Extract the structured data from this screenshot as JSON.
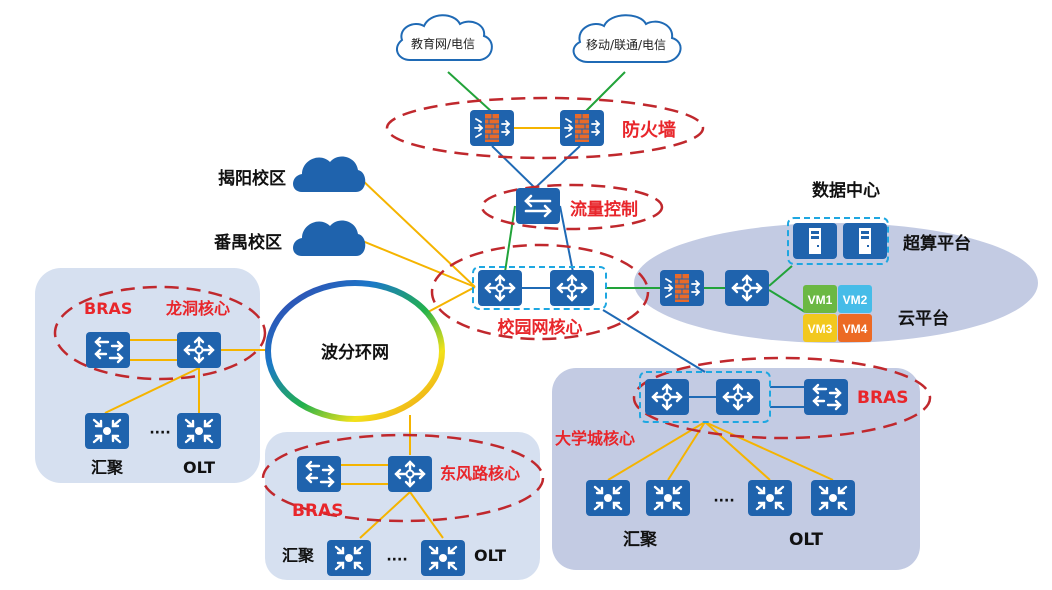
{
  "title": "校园网络拓扑结构",
  "colors": {
    "device_blue": "#1f63ad",
    "link_yellow": "#f5b400",
    "link_green": "#22a33a",
    "link_blue": "#1f6ab5",
    "group_dash_red": "#c0282d",
    "cluster_dash_cyan": "#1ea7e1",
    "panel_fill": "#d6e0f0",
    "panel_fill_dark": "#c3cbe3",
    "label_red": "#e8262b",
    "firewall_brick": "#e86a2a",
    "vm1": "#6bb843",
    "vm2": "#46bce8",
    "vm3": "#f2c81e",
    "vm4": "#ec6a24"
  },
  "internet": {
    "cloud_left": "教育网/电信",
    "cloud_right": "移动/联通/电信"
  },
  "groups": {
    "firewall": "防火墙",
    "traffic_control": "流量控制",
    "campus_core": "校园网核心",
    "longdong_core": "龙洞核心",
    "dongfeng_core": "东风路核心",
    "university_city_core": "大学城核心"
  },
  "remote_campuses": {
    "jieyang": "揭阳校区",
    "panyu": "番禺校区"
  },
  "wdm_ring": "波分环网",
  "datacenter": {
    "title": "数据中心",
    "supercomputing": "超算平台",
    "cloud_platform": "云平台",
    "vms": [
      "VM1",
      "VM2",
      "VM3",
      "VM4"
    ]
  },
  "labels": {
    "bras": "BRAS",
    "aggregation": "汇聚",
    "olt": "OLT",
    "ellipsis": "····"
  }
}
